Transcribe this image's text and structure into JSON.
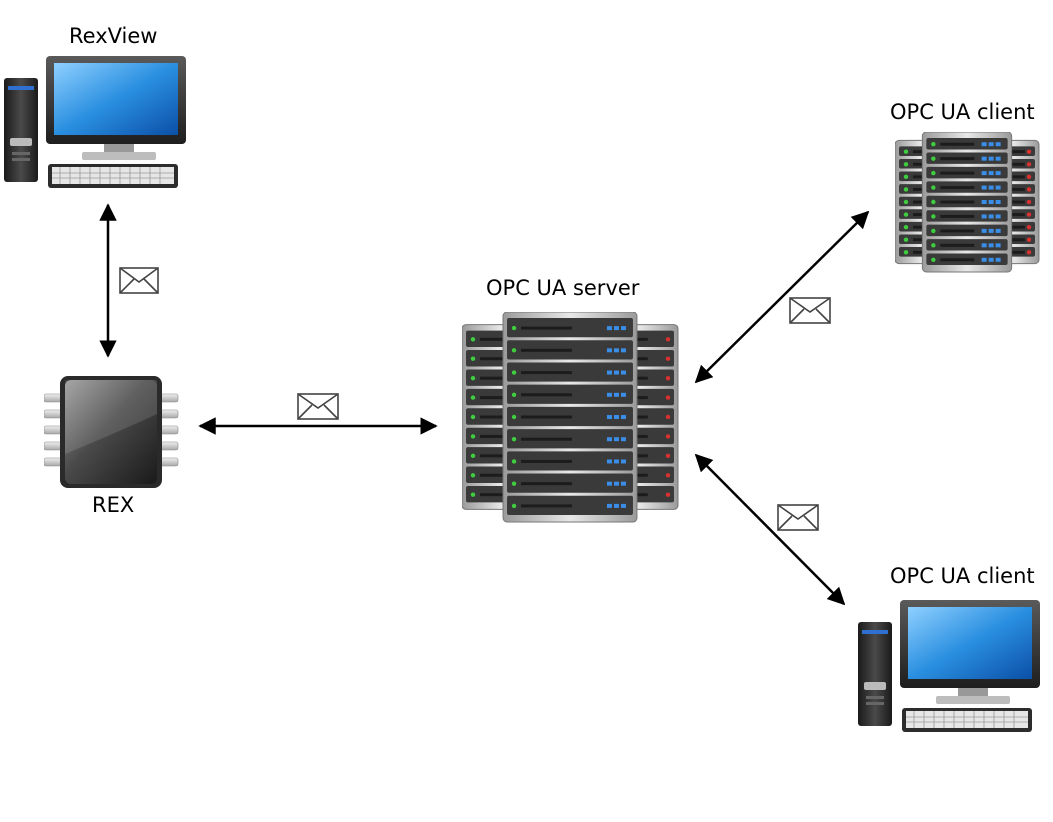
{
  "nodes": {
    "rexview": {
      "label": "RexView",
      "icon": "desktop-computer-icon"
    },
    "rex": {
      "label": "REX",
      "icon": "microchip-icon"
    },
    "server": {
      "label": "OPC UA server",
      "icon": "server-rack-icon"
    },
    "client_top": {
      "label": "OPC UA client",
      "icon": "server-rack-icon"
    },
    "client_bottom": {
      "label": "OPC UA client",
      "icon": "desktop-computer-icon"
    }
  },
  "links": [
    {
      "from": "rexview",
      "to": "rex",
      "icon": "envelope-icon",
      "bidirectional": true
    },
    {
      "from": "rex",
      "to": "server",
      "icon": "envelope-icon",
      "bidirectional": true
    },
    {
      "from": "server",
      "to": "client_top",
      "icon": "envelope-icon",
      "bidirectional": true
    },
    {
      "from": "server",
      "to": "client_bottom",
      "icon": "envelope-icon",
      "bidirectional": true
    }
  ],
  "colors": {
    "screen": "#2a8fe0",
    "chassis": "#3a3a3a",
    "led_green": "#3ecf3e",
    "led_blue": "#3a8ee8",
    "led_red": "#d93030"
  }
}
